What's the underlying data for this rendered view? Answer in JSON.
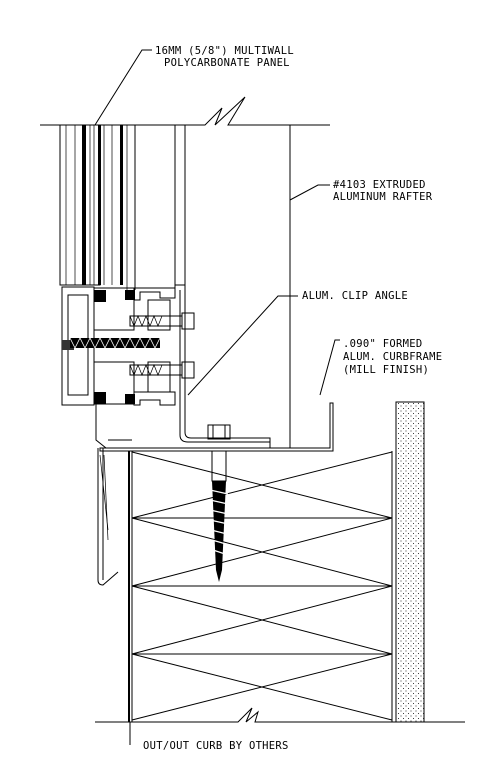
{
  "labels": {
    "panel_line1": "16MM (5/8\") MULTIWALL",
    "panel_line2": "POLYCARBONATE PANEL",
    "rafter_line1": "#4103 EXTRUDED",
    "rafter_line2": "ALUMINUM RAFTER",
    "clip_angle": "ALUM. CLIP ANGLE",
    "curb_line1": ".090\" FORMED",
    "curb_line2": "ALUM. CURBFRAME",
    "curb_line3": "(MILL FINISH)",
    "curb_bottom": "OUT/OUT CURB BY OTHERS"
  }
}
